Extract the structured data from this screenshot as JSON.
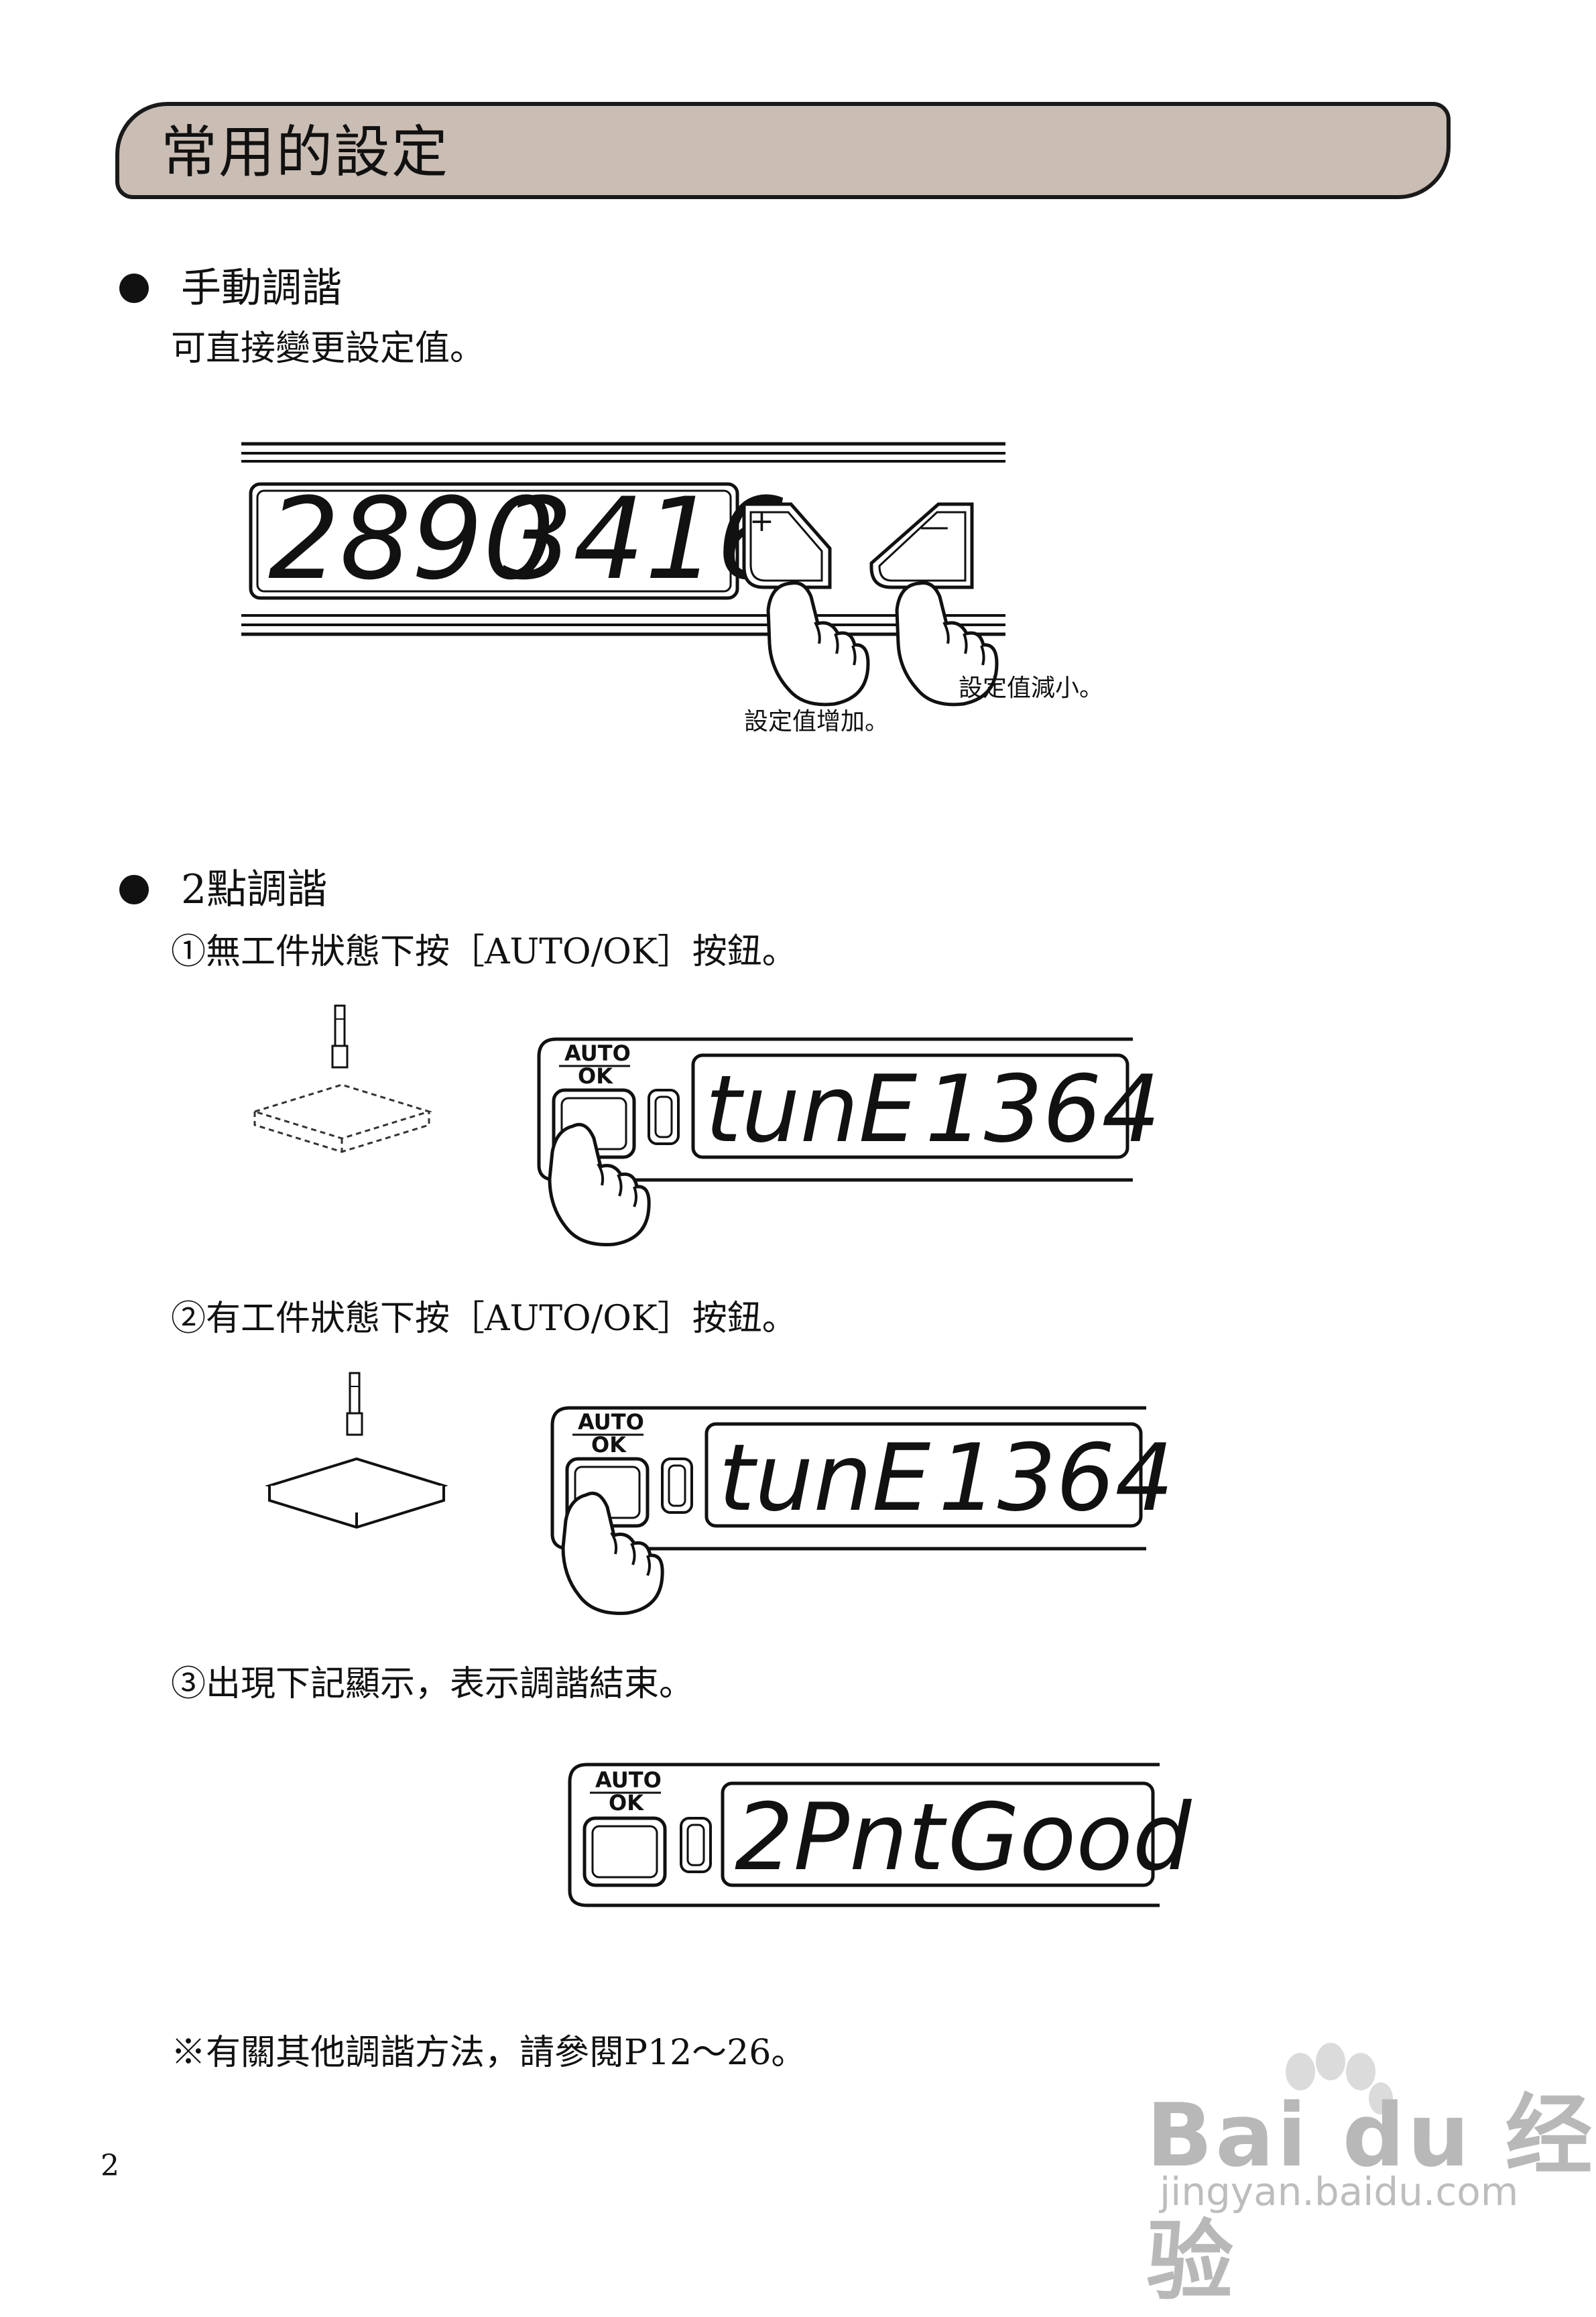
{
  "title": "常用的設定",
  "section_manual": {
    "heading": "手動調諧",
    "description": "可直接變更設定值。",
    "display_left": "2890",
    "display_right": "3416",
    "plus_label": "+",
    "minus_label": "—",
    "callout_decrease": "設定值減小。",
    "callout_increase": "設定值增加。"
  },
  "section_two_point": {
    "heading": "2點調諧",
    "step1": "①無工件狀態下按［AUTO/OK］按鈕。",
    "step2": "②有工件狀態下按［AUTO/OK］按鈕。",
    "step3": "③出現下記顯示，表示調諧結束。",
    "button_label_top": "AUTO",
    "button_label_bottom": "OK",
    "display1_left": "tunE",
    "display1_right": "1364",
    "display2_left": "tunE",
    "display2_right": "1364",
    "display3_left": "2Pnt",
    "display3_right": "Good"
  },
  "note": "※有關其他調諧方法，請參閱P12～26。",
  "page_number": "2",
  "watermark": {
    "logo": "Bai du 经验",
    "url": "jingyan.baidu.com"
  }
}
